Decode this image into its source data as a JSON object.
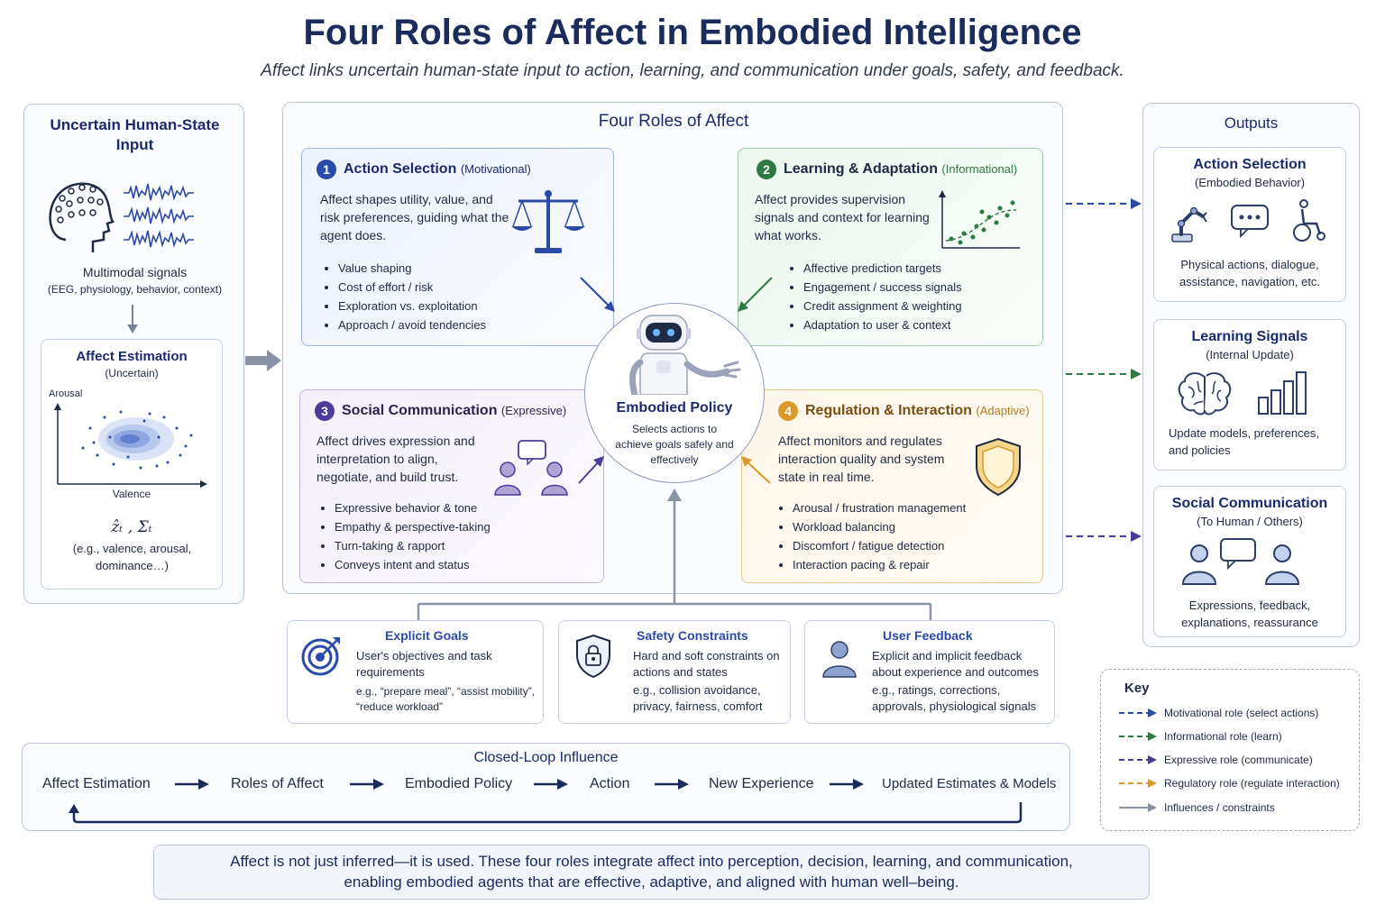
{
  "header": {
    "title": "Four Roles of Affect in Embodied Intelligence",
    "subtitle": "Affect links uncertain human-state input to action, learning, and communication under goals, safety, and feedback."
  },
  "input_panel": {
    "title": "Uncertain Human-State Input",
    "signals_label": "Multimodal signals",
    "signals_detail": "(EEG, physiology, behavior, context)",
    "estimation_title": "Affect Estimation",
    "estimation_sub": "(Uncertain)",
    "y_axis": "Arousal",
    "x_axis": "Valence",
    "estimate_symbol": "ẑₜ , Σₜ",
    "estimate_note": "(e.g., valence, arousal, dominance…)"
  },
  "roles_panel": {
    "title": "Four Roles of Affect",
    "roles": [
      {
        "num": "1",
        "name": "Action Selection",
        "type": "(Motivational)",
        "desc": "Affect shapes utility, value, and risk preferences, guiding what the agent does.",
        "bullets": [
          "Value shaping",
          "Cost of effort / risk",
          "Exploration vs. exploitation",
          "Approach / avoid tendencies"
        ]
      },
      {
        "num": "2",
        "name": "Learning & Adaptation",
        "type": "(Informational)",
        "desc": "Affect provides supervision signals and context for learning what works.",
        "bullets": [
          "Affective prediction targets",
          "Engagement / success signals",
          "Credit assignment & weighting",
          "Adaptation to user & context"
        ]
      },
      {
        "num": "3",
        "name": "Social Communication",
        "type": "(Expressive)",
        "desc": "Affect drives expression and interpretation to align, negotiate, and build trust.",
        "bullets": [
          "Expressive behavior & tone",
          "Empathy & perspective-taking",
          "Turn-taking & rapport",
          "Conveys intent and status"
        ]
      },
      {
        "num": "4",
        "name": "Regulation & Interaction",
        "type": "(Adaptive)",
        "desc": "Affect monitors and regulates interaction quality and system state in real time.",
        "bullets": [
          "Arousal / frustration management",
          "Workload balancing",
          "Discomfort / fatigue detection",
          "Interaction pacing & repair"
        ]
      }
    ],
    "policy": {
      "title": "Embodied Policy",
      "desc": "Selects actions to achieve goals safely and effectively"
    }
  },
  "constraints": [
    {
      "title": "Explicit Goals",
      "desc": "User's objectives and task requirements",
      "example": "e.g., “prepare meal”, “assist mobility”, “reduce workload”"
    },
    {
      "title": "Safety Constraints",
      "desc": "Hard and soft constraints on actions and states",
      "example": "e.g., collision avoidance, privacy, fairness, comfort"
    },
    {
      "title": "User Feedback",
      "desc": "Explicit and implicit feedback about experience and outcomes",
      "example": "e.g., ratings, corrections, approvals, physiological signals"
    }
  ],
  "outputs_panel": {
    "title": "Outputs",
    "items": [
      {
        "title": "Action Selection",
        "sub": "(Embodied Behavior)",
        "desc": "Physical actions, dialogue, assistance, navigation, etc."
      },
      {
        "title": "Learning Signals",
        "sub": "(Internal Update)",
        "desc": "Update models, preferences, and policies"
      },
      {
        "title": "Social Communication",
        "sub": "(To Human / Others)",
        "desc": "Expressions, feedback, explanations, reassurance"
      }
    ]
  },
  "loop": {
    "title": "Closed-Loop Influence",
    "steps": [
      "Affect Estimation",
      "Roles of Affect",
      "Embodied Policy",
      "Action",
      "New Experience",
      "Updated Estimates & Models"
    ]
  },
  "key": {
    "title": "Key",
    "entries": [
      {
        "label": "Motivational role (select actions)",
        "color": "#2a4aa8"
      },
      {
        "label": "Informational role (learn)",
        "color": "#2f7a44"
      },
      {
        "label": "Expressive role (communicate)",
        "color": "#4b3a9a"
      },
      {
        "label": "Regulatory role (regulate interaction)",
        "color": "#d99a2b"
      },
      {
        "label": "Influences / constraints",
        "color": "#8a93a6"
      }
    ]
  },
  "footer": {
    "line1": "Affect is not just inferred—it is used. These four roles integrate affect into perception, decision, learning, and communication,",
    "line2": "enabling embodied agents that are effective, adaptive, and aligned with human well–being."
  },
  "colors": {
    "navy": "#1a2b5c",
    "motivational": "#2a4aa8",
    "informational": "#2f7a44",
    "expressive": "#4b3a9a",
    "regulatory": "#d99a2b",
    "neutral": "#8a93a6"
  }
}
